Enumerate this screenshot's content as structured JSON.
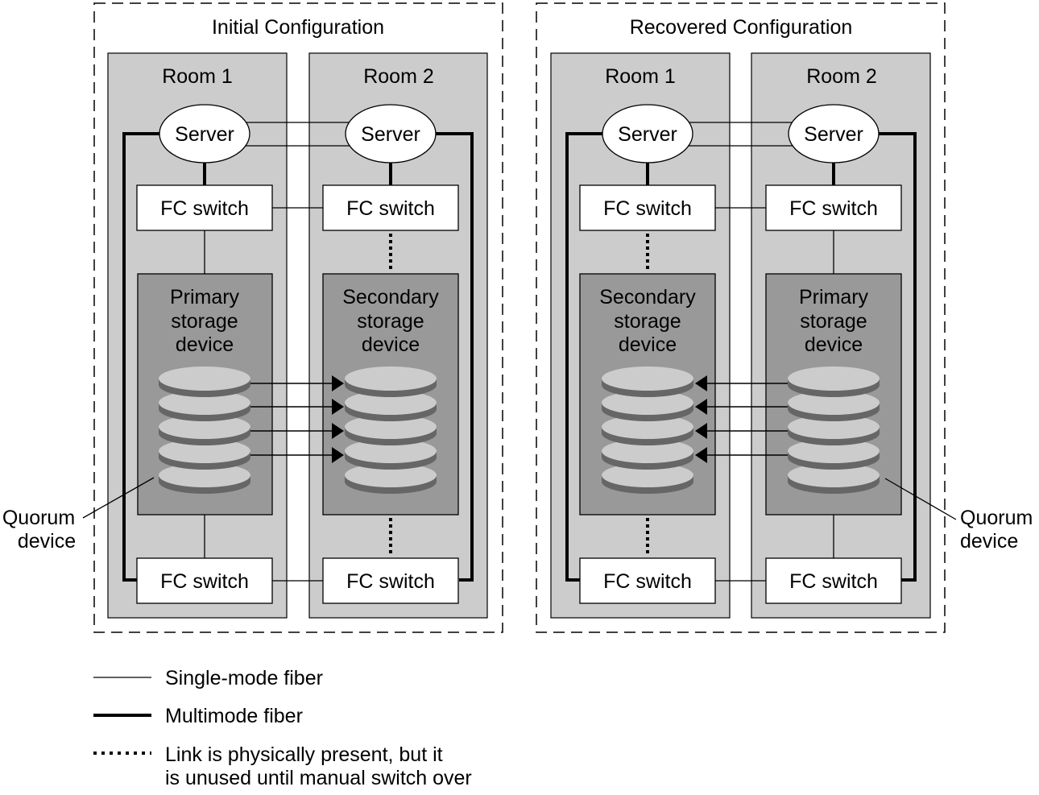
{
  "colors": {
    "background": "#ffffff",
    "room_fill": "#cccccc",
    "storage_fill": "#999999",
    "disk_top": "#cccccc",
    "disk_side": "#666666",
    "box_fill": "#ffffff",
    "line": "#000000"
  },
  "panels": [
    {
      "title": "Initial Configuration",
      "replication_direction": "room1-to-room2",
      "quorum_room": 1,
      "rooms": [
        {
          "label": "Room 1",
          "server": "Server",
          "top_switch": "FC switch",
          "bottom_switch": "FC switch",
          "storage_lines": [
            "Primary",
            "storage",
            "device"
          ],
          "top_link": "single-mode",
          "bottom_link": "single-mode"
        },
        {
          "label": "Room 2",
          "server": "Server",
          "top_switch": "FC switch",
          "bottom_switch": "FC switch",
          "storage_lines": [
            "Secondary",
            "storage",
            "device"
          ],
          "top_link": "unused",
          "bottom_link": "unused"
        }
      ],
      "quorum_label": [
        "Quorum",
        "device"
      ]
    },
    {
      "title": "Recovered Configuration",
      "replication_direction": "room2-to-room1",
      "quorum_room": 2,
      "rooms": [
        {
          "label": "Room 1",
          "server": "Server",
          "top_switch": "FC switch",
          "bottom_switch": "FC switch",
          "storage_lines": [
            "Secondary",
            "storage",
            "device"
          ],
          "top_link": "unused",
          "bottom_link": "unused"
        },
        {
          "label": "Room 2",
          "server": "Server",
          "top_switch": "FC switch",
          "bottom_switch": "FC switch",
          "storage_lines": [
            "Primary",
            "storage",
            "device"
          ],
          "top_link": "single-mode",
          "bottom_link": "single-mode"
        }
      ],
      "quorum_label": [
        "Quorum",
        "device"
      ]
    }
  ],
  "legend": [
    {
      "type": "single-mode",
      "lines": [
        "Single-mode fiber"
      ]
    },
    {
      "type": "multimode",
      "lines": [
        "Multimode fiber"
      ]
    },
    {
      "type": "unused",
      "lines": [
        "Link is physically present, but it",
        "is unused until manual switch over"
      ]
    }
  ]
}
